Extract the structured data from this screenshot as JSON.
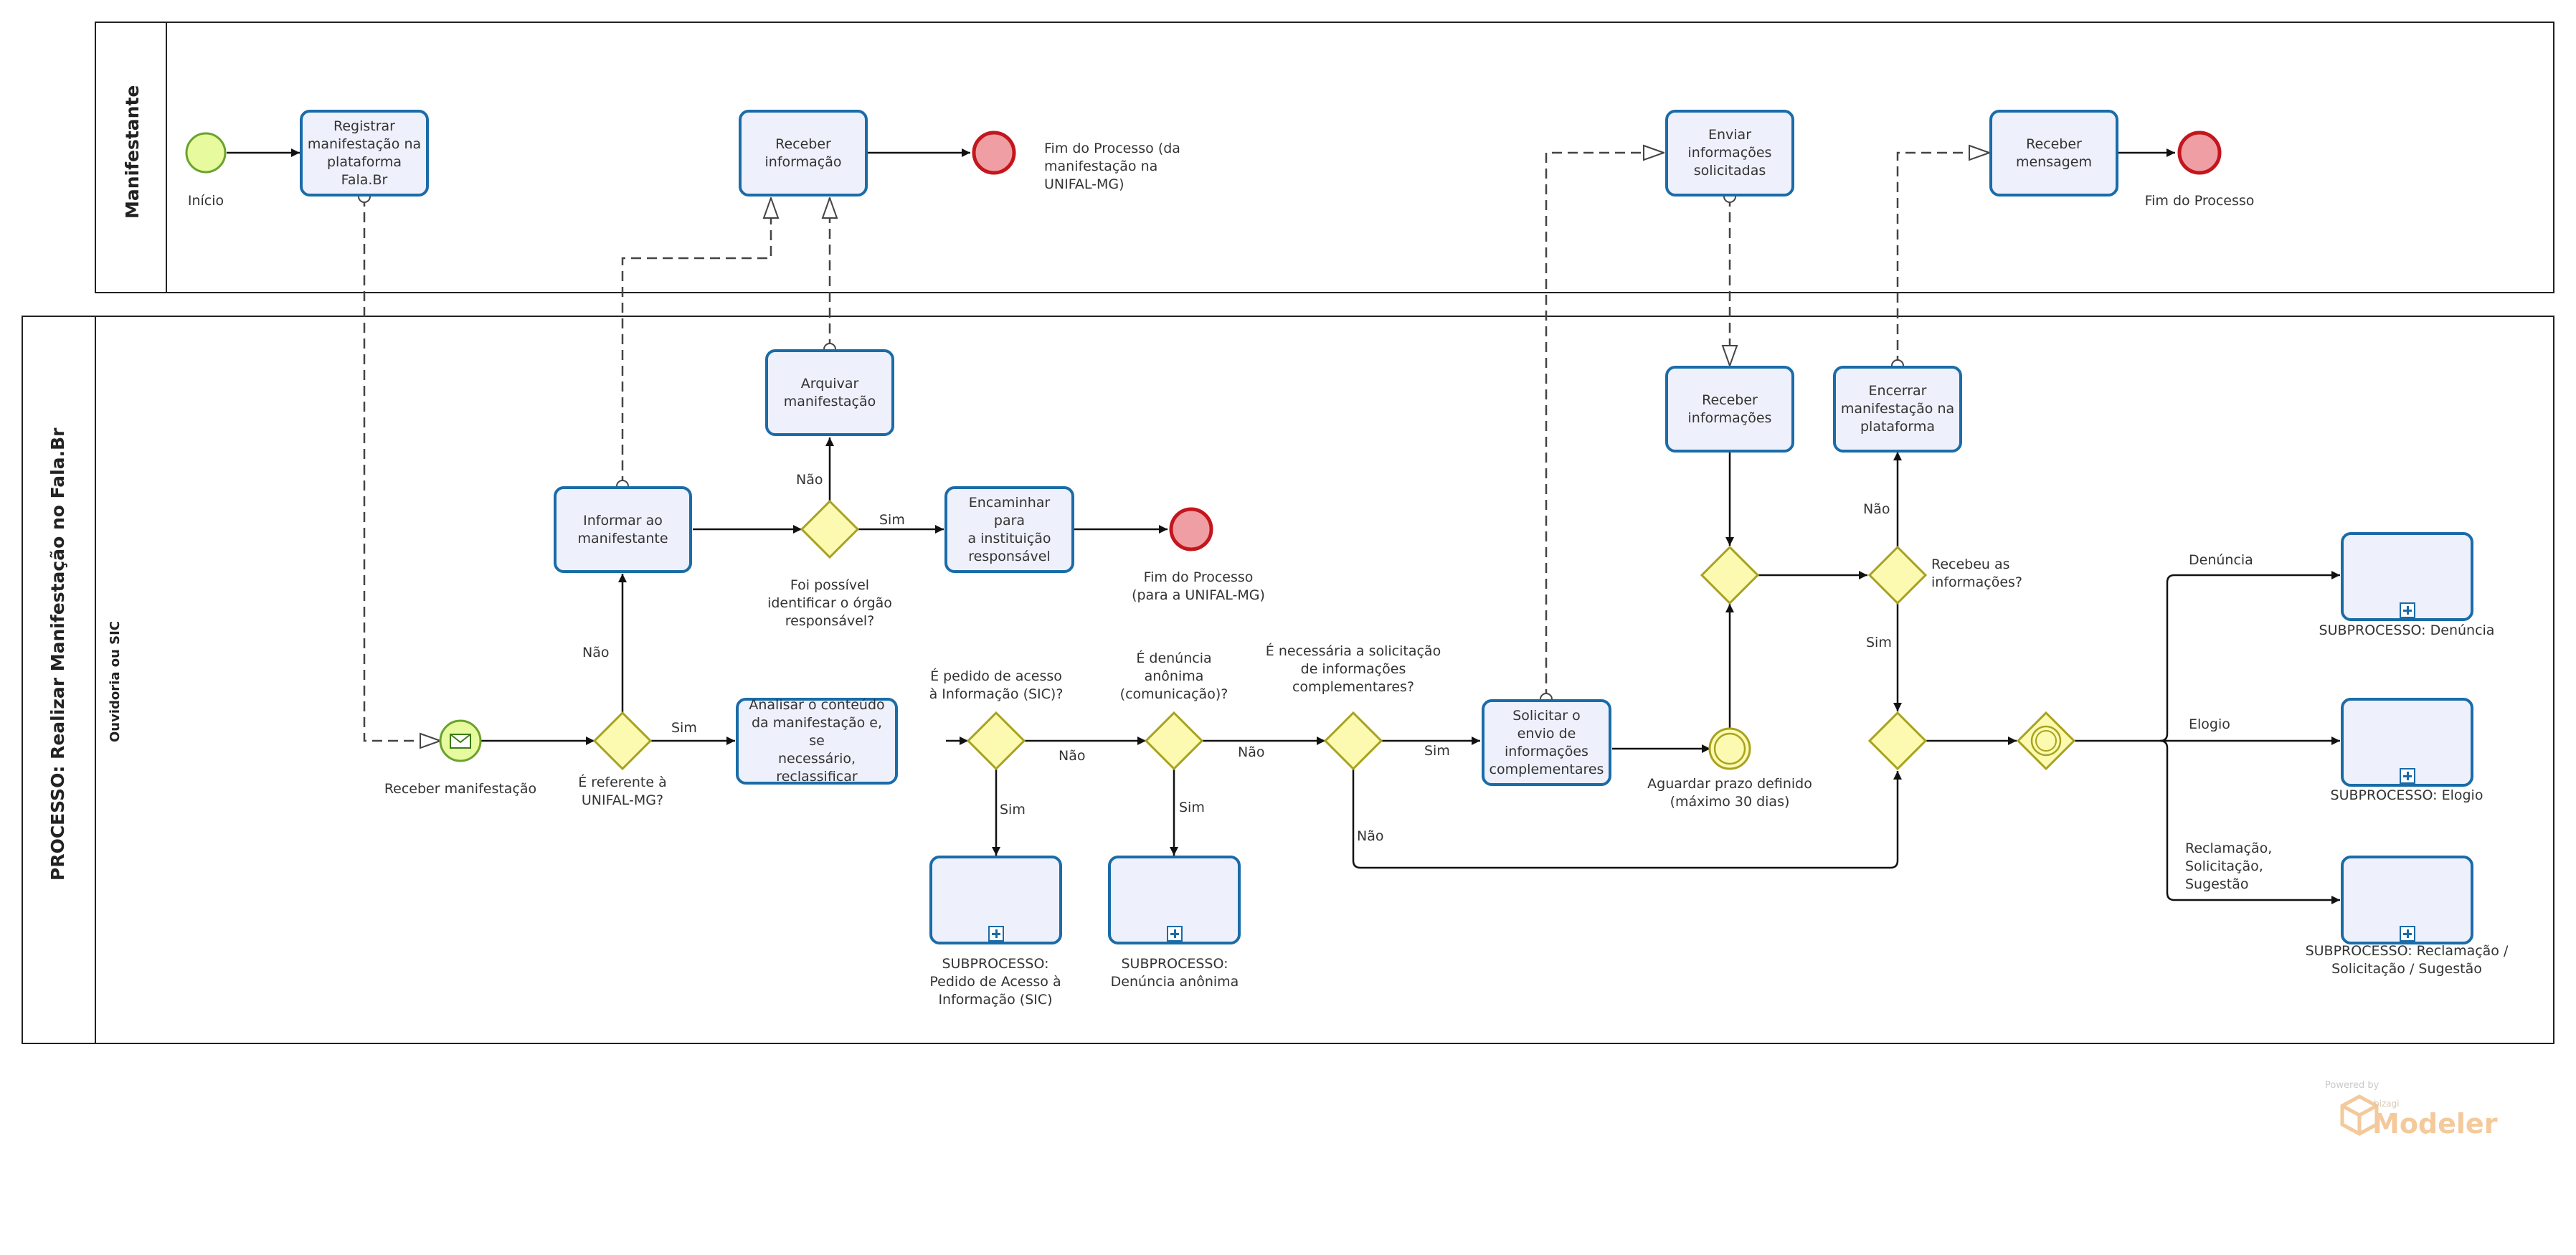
{
  "pools": {
    "top": {
      "title": "Manifestante"
    },
    "main": {
      "title": "PROCESSO: Realizar Manifestação no Fala.Br",
      "lane": "Ouvidoria ou SIC"
    }
  },
  "events": {
    "start": "Início",
    "end_top1": "Fim do Processo (da\nmanifestação na\nUNIFAL-MG)",
    "end_top2": "Fim do Processo",
    "end_mid": "Fim do Processo\n(para a UNIFAL-MG)",
    "msg_start": "Receber manifestação",
    "timer": "Aguardar prazo definido\n(máximo 30 dias)"
  },
  "tasks": {
    "registrar": "Registrar\nmanifestação na\nplataforma\nFala.Br",
    "receber_info": "Receber\ninformação",
    "enviar_info": "Enviar\ninformações\nsolicitadas",
    "receber_msg": "Receber\nmensagem",
    "arquivar": "Arquivar\nmanifestação",
    "informar": "Informar ao\nmanifestante",
    "encaminhar": "Encaminhar para\na instituição\nresponsável",
    "analisar": "Analisar o conteúdo\nda manifestação e, se\nnecessário,\nreclassificar",
    "solicitar": "Solicitar o\nenvio de\ninformações\ncomplementares",
    "receber_infos": "Receber\ninformações",
    "encerrar": "Encerrar\nmanifestação na\nplataforma"
  },
  "gateways": {
    "referente": "É referente à\nUNIFAL-MG?",
    "identificar": "Foi possível\nidentificar o órgão\nresponsável?",
    "sic": "É pedido de acesso\nà Informação (SIC)?",
    "anonima": "É denúncia\nanônima\n(comunicação)?",
    "complementar": "É necessária a solicitação\nde informações\ncomplementares?",
    "recebeu": "Recebeu as\ninformações?"
  },
  "flow_labels": {
    "nao": "Não",
    "sim": "Sim",
    "denuncia": "Denúncia",
    "elogio": "Elogio",
    "reclamacao": "Reclamação,\nSolicitação,\nSugestão"
  },
  "subprocesses": {
    "sic": "SUBPROCESSO:\nPedido de Acesso à\nInformação (SIC)",
    "anonima": "SUBPROCESSO:\nDenúncia anônima",
    "denuncia": "SUBPROCESSO: Denúncia",
    "elogio": "SUBPROCESSO: Elogio",
    "reclamacao": "SUBPROCESSO: Reclamação /\nSolicitação / Sugestão"
  },
  "watermark": {
    "powered": "Powered by",
    "brand": "bizagi",
    "product": "Modeler"
  },
  "colors": {
    "task_border": "#1a6ca8",
    "task_fill": "#eef0fb",
    "start_fill": "#e7fa9e",
    "start_stroke": "#6aa32c",
    "end_fill": "#ef9fa3",
    "end_stroke": "#c4161d",
    "gateway_fill": "#fbfab0",
    "gateway_stroke": "#a8a21f"
  }
}
